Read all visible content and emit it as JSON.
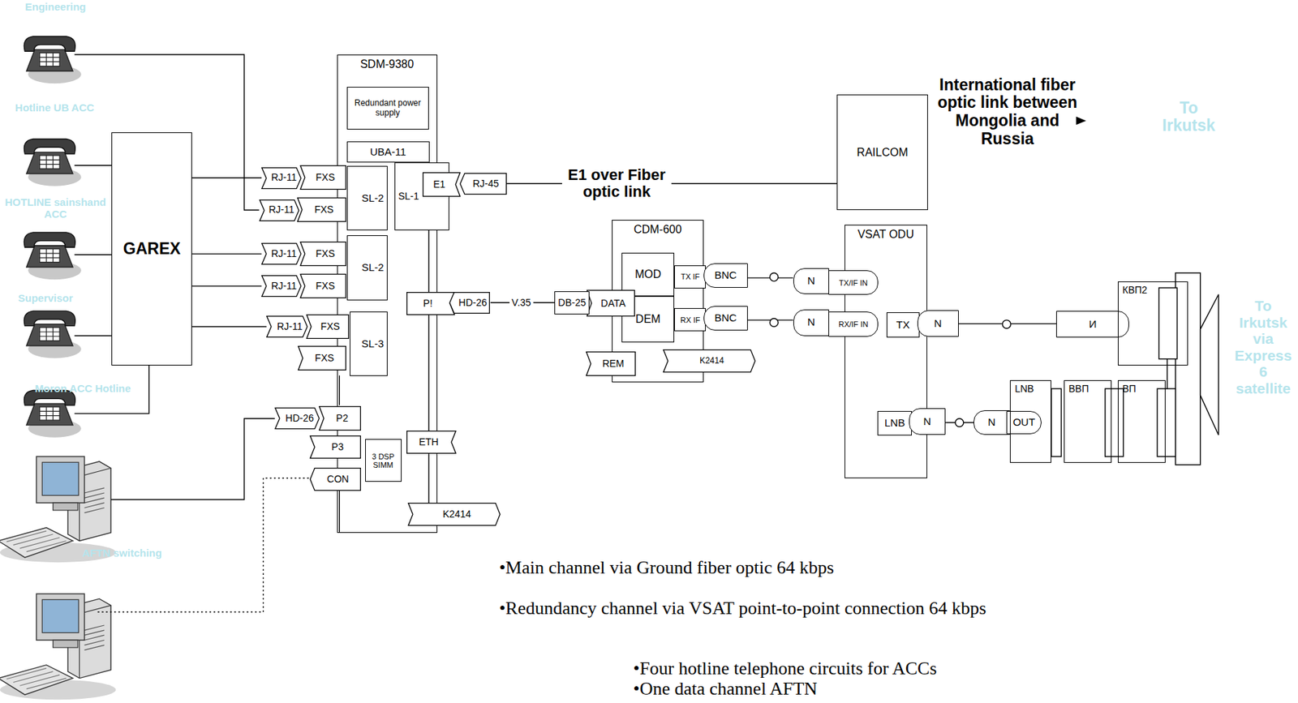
{
  "diagram": {
    "nodes": [
      {
        "text": [
          "GAREX"
        ]
      },
      {
        "text": [
          "SDM-9380"
        ]
      },
      {
        "text": [
          "Redundant power supply"
        ],
        "in": 1
      },
      {
        "text": [
          "UBA-11"
        ],
        "in": 1
      },
      {
        "text": [
          "SL-2"
        ],
        "in": 1
      },
      {
        "text": [
          "SL-2"
        ],
        "in": 1
      },
      {
        "text": [
          "SL-3"
        ],
        "in": 1
      },
      {
        "text": [
          "SL-1"
        ],
        "in": 1
      },
      {
        "text": [
          "E1"
        ],
        "in": 7
      },
      {
        "text": [
          "RJ-45"
        ]
      },
      {
        "text": [
          "RJ-11"
        ]
      },
      {
        "text": [
          "FXS"
        ]
      },
      {
        "text": [
          "RJ-11"
        ]
      },
      {
        "text": [
          "FXS"
        ]
      },
      {
        "text": [
          "RJ-11"
        ]
      },
      {
        "text": [
          "FXS"
        ]
      },
      {
        "text": [
          "RJ-11"
        ]
      },
      {
        "text": [
          "FXS"
        ]
      },
      {
        "text": [
          "RJ-11"
        ]
      },
      {
        "text": [
          "FXS"
        ]
      },
      {
        "text": [
          "FXS"
        ]
      },
      {
        "text": [
          "P!"
        ],
        "in": 1
      },
      {
        "text": [
          "HD-26"
        ]
      },
      {
        "text": [
          "ETH"
        ],
        "in": 1
      },
      {
        "text": [
          "HD-26"
        ]
      },
      {
        "text": [
          "P2"
        ],
        "in": 1
      },
      {
        "text": [
          "P3"
        ],
        "in": 1
      },
      {
        "text": [
          "3 DSP SIMM"
        ],
        "in": 1
      },
      {
        "text": [
          "CON"
        ],
        "in": 1
      },
      {
        "text": [
          "K2414"
        ]
      },
      {
        "text": [
          "RAILCOM"
        ]
      },
      {
        "text": [
          "CDM-600"
        ]
      },
      {
        "text": [
          "MOD"
        ],
        "in": 31
      },
      {
        "text": [
          "DEM"
        ],
        "in": 31
      },
      {
        "text": [
          "TX IF"
        ],
        "in": 31
      },
      {
        "text": [
          "BNC"
        ]
      },
      {
        "text": [
          "RX IF"
        ],
        "in": 31
      },
      {
        "text": [
          "BNC"
        ]
      },
      {
        "text": [
          "DB-25"
        ]
      },
      {
        "text": [
          "DATA"
        ],
        "in": 31
      },
      {
        "text": [
          "REM"
        ],
        "in": 31
      },
      {
        "text": [
          "K2414"
        ],
        "in": 31
      },
      {
        "text": [
          "VSAT ODU"
        ]
      },
      {
        "text": [
          "N"
        ]
      },
      {
        "text": [
          "TX/IF IN"
        ],
        "in": 42
      },
      {
        "text": [
          "N"
        ]
      },
      {
        "text": [
          "RX/IF IN"
        ],
        "in": 42
      },
      {
        "text": [
          "TX"
        ],
        "in": 42
      },
      {
        "text": [
          "N"
        ]
      },
      {
        "text": [
          "LNB"
        ],
        "in": 42
      },
      {
        "text": [
          "N"
        ]
      },
      {
        "text": [
          "N"
        ]
      },
      {
        "text": [
          "OUT"
        ]
      },
      {
        "text": [
          "И"
        ]
      },
      {
        "text": [
          "КВП2"
        ]
      },
      {
        "text": [
          "LNB"
        ]
      },
      {
        "text": [
          "ВВП"
        ]
      },
      {
        "text": [
          "ВП"
        ]
      }
    ],
    "edges": [
      {
        "from": 0,
        "to": 10,
        "arrow": "none"
      },
      {
        "from": 0,
        "to": 14,
        "arrow": "none"
      },
      {
        "from": 0,
        "to": 16,
        "arrow": "none"
      },
      {
        "from": 0,
        "to": 18,
        "arrow": "none"
      },
      {
        "from": 9,
        "to": 30,
        "label": "E1 over Fiber optic link",
        "arrow": "none"
      },
      {
        "from": 22,
        "to": 38,
        "label": "V.35",
        "arrow": "none"
      },
      {
        "from": 35,
        "to": 43,
        "arrow": "none"
      },
      {
        "from": 37,
        "to": 45,
        "arrow": "none"
      },
      {
        "from": 48,
        "to": 53,
        "arrow": "none"
      },
      {
        "from": 50,
        "to": 51,
        "arrow": "none"
      }
    ],
    "labels": [
      "Engineering",
      "Hotline UB ACC",
      "HOTLINE sainshand ACC",
      "Supervisor",
      "Moron ACC Hotline",
      "AFTN switching",
      "International fiber optic link between Mongolia and Russia",
      "To Irkutsk",
      "To Irkutsk via Express 6 satellite",
      "•Main channel via Ground fiber optic 64 kbps",
      "•Redundancy channel via VSAT point-to-point connection 64 kbps",
      "•Four hotline telephone circuits for ACCs",
      "•One data channel AFTN"
    ]
  }
}
